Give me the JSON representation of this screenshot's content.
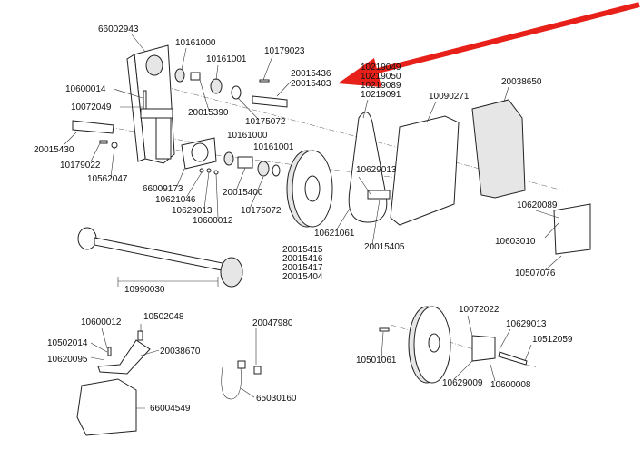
{
  "diagram": {
    "title": "Exploded parts diagram",
    "highlight_color": "#e8201a",
    "labels": [
      "66002943",
      "10161000",
      "10179023",
      "10161001",
      "20015436",
      "20015403",
      "10219049",
      "10219050",
      "10219089",
      "10219091",
      "10090271",
      "20038650",
      "10600014",
      "10072049",
      "20015390",
      "10175072",
      "20015430",
      "10179022",
      "10562047",
      "10161000",
      "10161001",
      "66009173",
      "10621046",
      "10629013",
      "10600012",
      "20015400",
      "10175072",
      "10629013",
      "10621061",
      "20015405",
      "10620089",
      "10603010",
      "10507076",
      "20015415",
      "20015416",
      "20015417",
      "20015404",
      "10990030",
      "10600012",
      "10502048",
      "10502014",
      "10620095",
      "20038670",
      "20047980",
      "65030160",
      "66004549",
      "10072022",
      "10629013",
      "10512059",
      "10501061",
      "10629009",
      "10600008"
    ]
  }
}
